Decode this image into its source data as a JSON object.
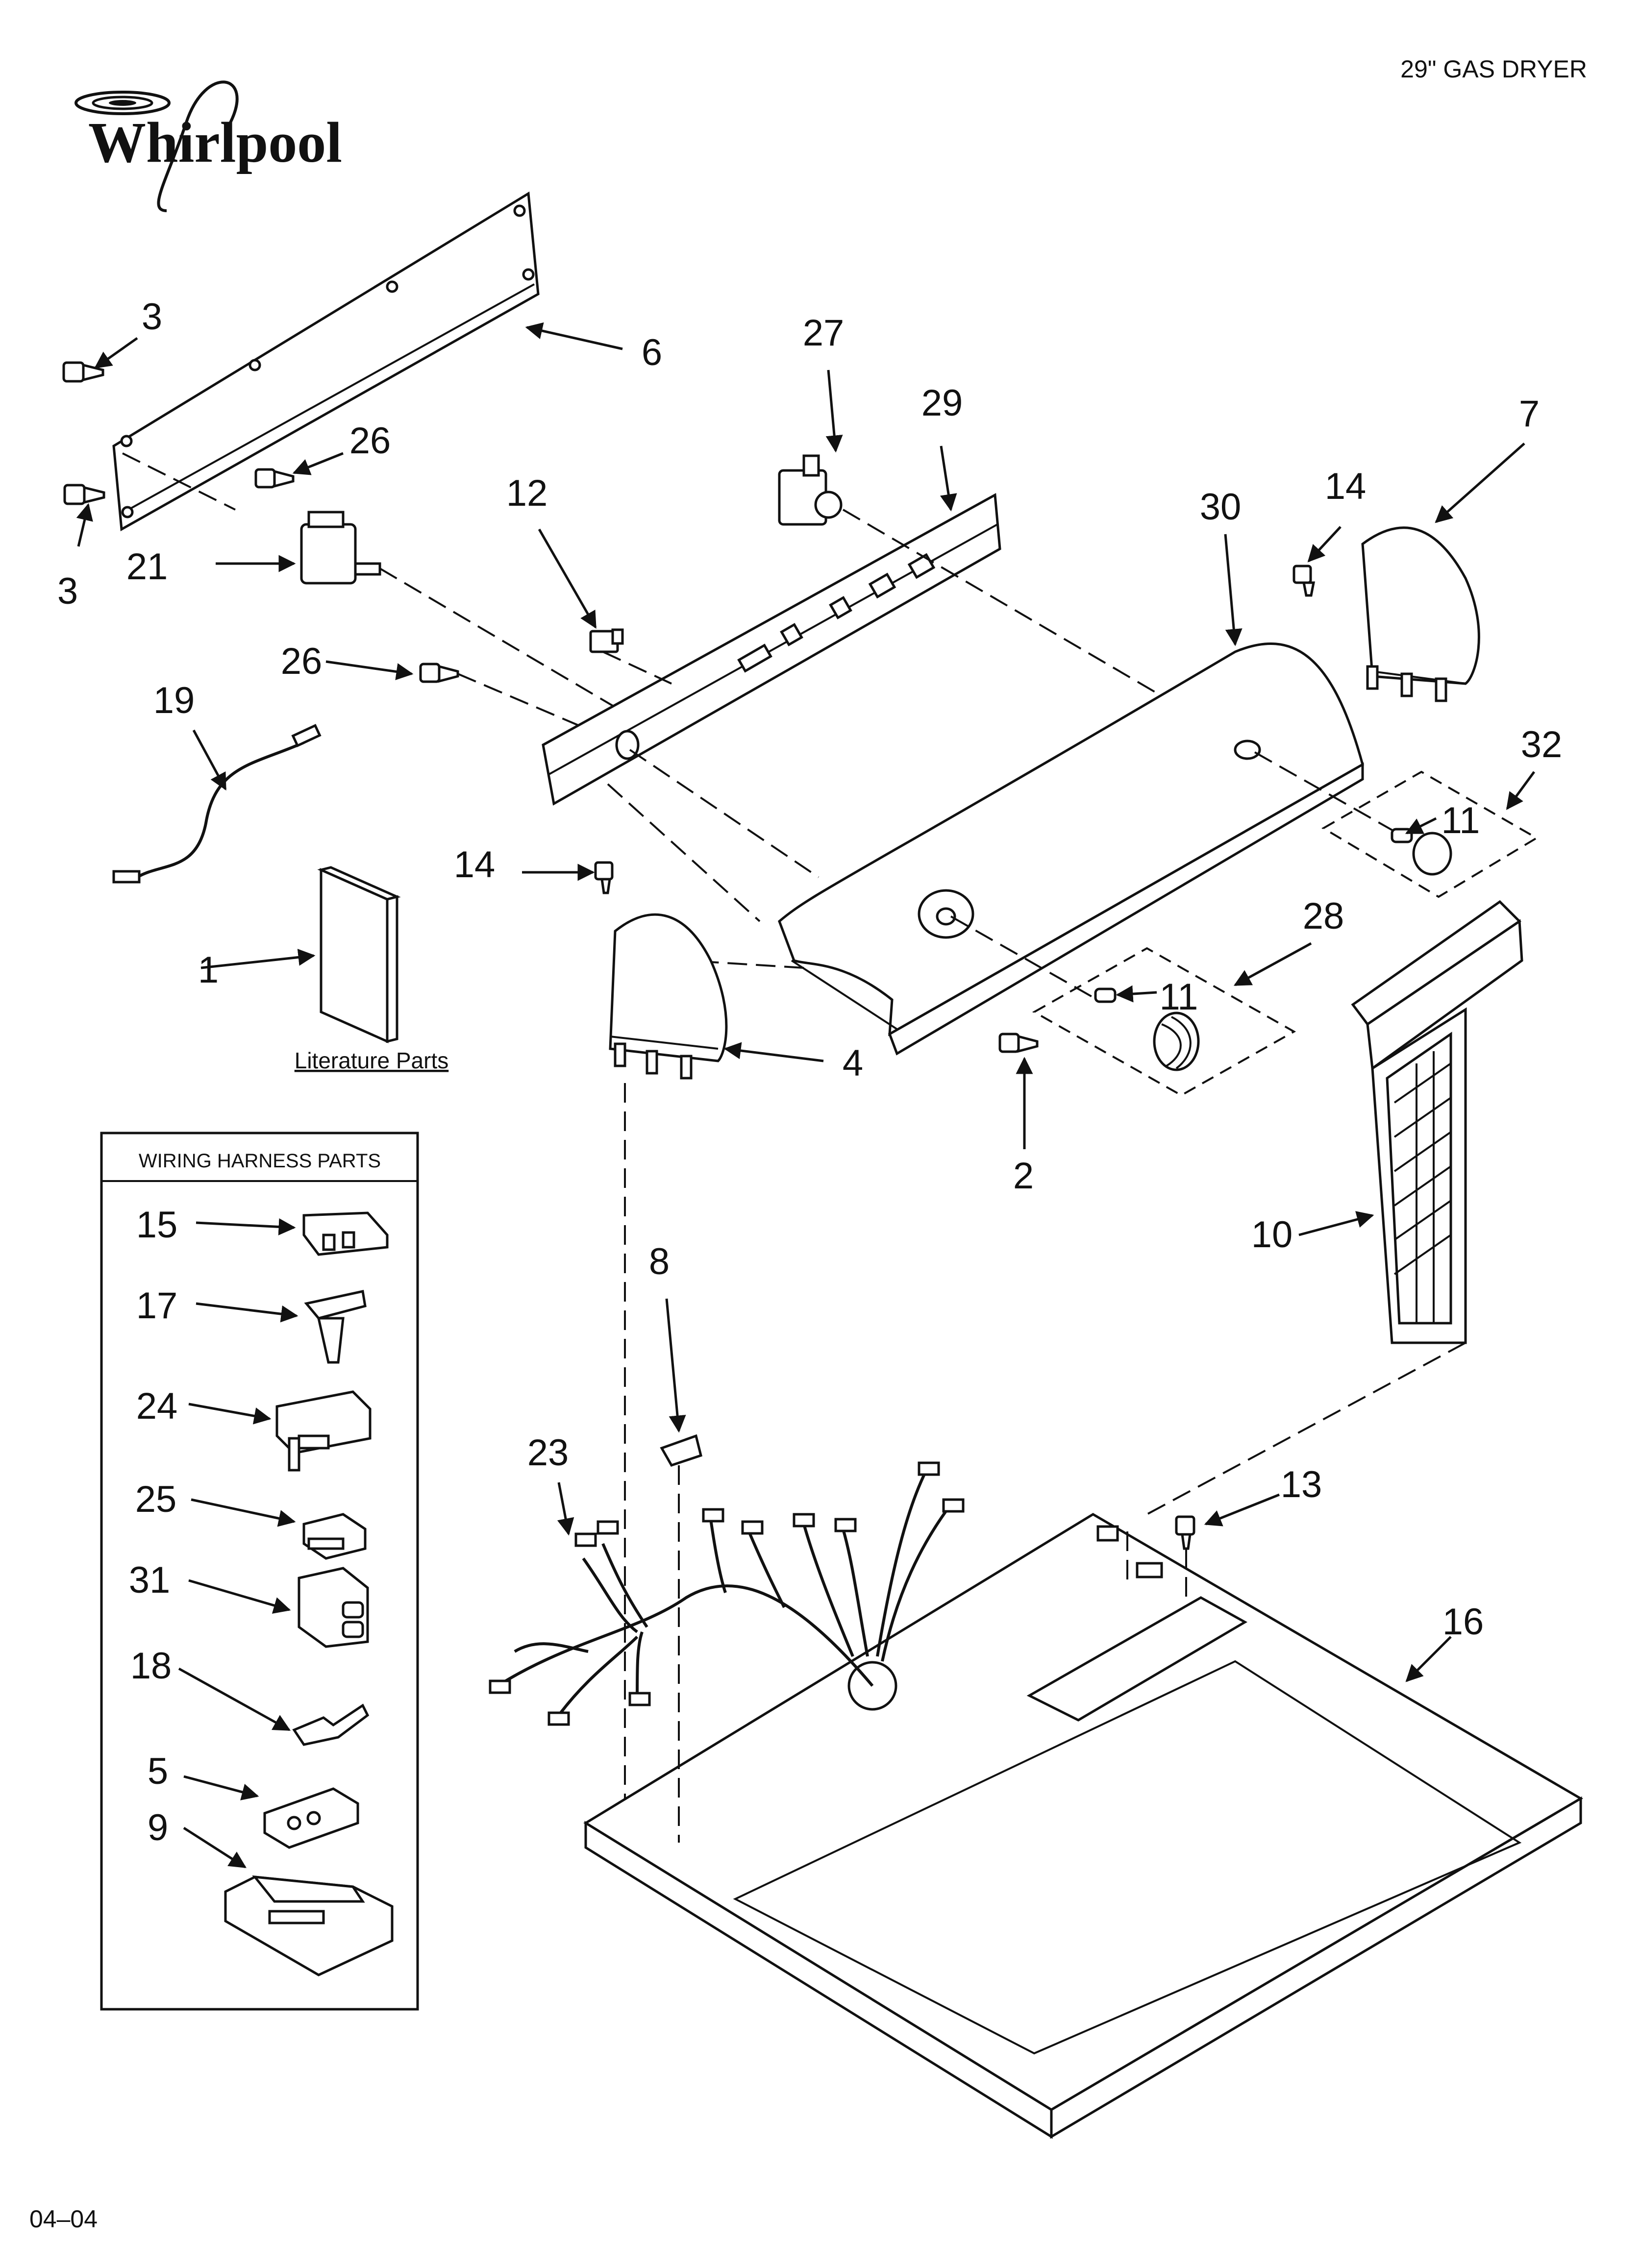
{
  "header": {
    "title": "29\" GAS DRYER"
  },
  "brand": {
    "name": "Whirlpool"
  },
  "footer": {
    "date_code": "04–04"
  },
  "literature": {
    "label": "Literature Parts"
  },
  "wiring_box": {
    "title": "WIRING HARNESS PARTS"
  },
  "callouts": {
    "c1": "1",
    "c2": "2",
    "c3a": "3",
    "c3b": "3",
    "c4": "4",
    "c5": "5",
    "c6": "6",
    "c7": "7",
    "c8": "8",
    "c9": "9",
    "c10": "10",
    "c11a": "11",
    "c11b": "11",
    "c12": "12",
    "c13": "13",
    "c14a": "14",
    "c14b": "14",
    "c15": "15",
    "c16": "16",
    "c17": "17",
    "c18": "18",
    "c19": "19",
    "c21": "21",
    "c23": "23",
    "c24": "24",
    "c25": "25",
    "c26a": "26",
    "c26b": "26",
    "c27": "27",
    "c28": "28",
    "c29": "29",
    "c30": "30",
    "c31": "31",
    "c32": "32"
  }
}
